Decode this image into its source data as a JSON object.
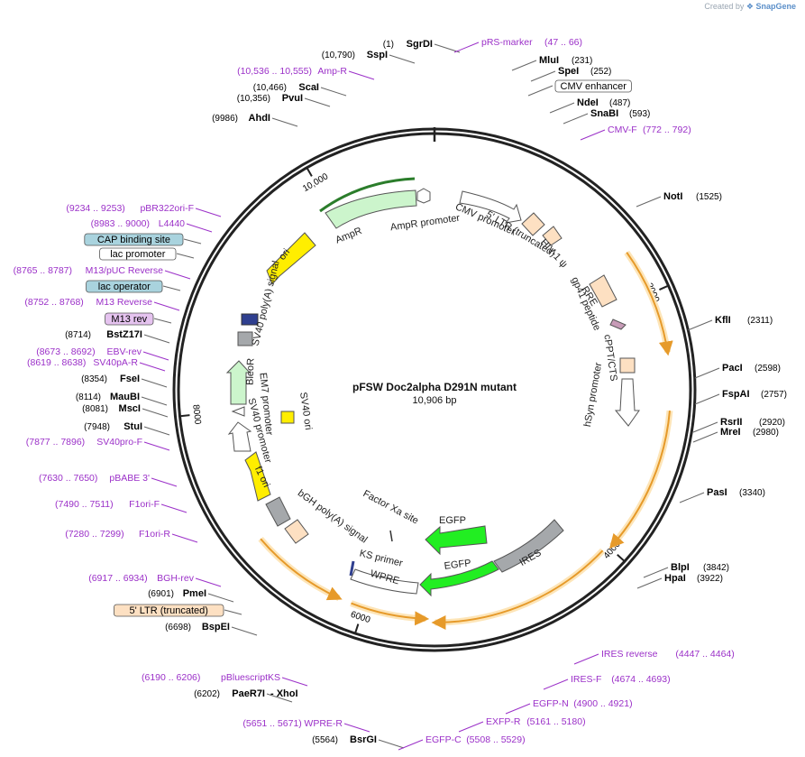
{
  "credit": {
    "prefix": "Created by",
    "brand": "SnapGene"
  },
  "map": {
    "name": "pFSW Doc2alpha D291N mutant",
    "length_label": "10,906 bp",
    "total_bp": 10906
  },
  "ticks": [
    {
      "label": "2000",
      "bp": 2000
    },
    {
      "label": "4000",
      "bp": 4000
    },
    {
      "label": "6000",
      "bp": 6000
    },
    {
      "label": "8000",
      "bp": 8000
    },
    {
      "label": "10,000",
      "bp": 10000
    }
  ],
  "colors": {
    "egfp": "#22ee22",
    "ampr": "#ccf5cc",
    "ori": "#ffee00",
    "orange_track": "#e69a2a",
    "orange_glow": "#fde5b8",
    "primer": "#9b30c8",
    "ltr": "#fde0c2",
    "gray": "#a5a8ab",
    "cap_box": "#a9d3de",
    "m13_box": "#e5c3ef",
    "ltr_box": "#fde0c2"
  },
  "left_labels": [
    {
      "kind": "enz",
      "pos": "(1)",
      "name": "SgrDI"
    },
    {
      "kind": "enz",
      "pos": "(10,790)",
      "name": "SspI"
    },
    {
      "kind": "primer",
      "pos": "(10,536 .. 10,555)",
      "name": "Amp-R"
    },
    {
      "kind": "enz",
      "pos": "(10,466)",
      "name": "ScaI"
    },
    {
      "kind": "enz",
      "pos": "(10,356)",
      "name": "PvuI"
    },
    {
      "kind": "enz",
      "pos": "(9986)",
      "name": "AhdI"
    },
    {
      "kind": "primer",
      "pos": "(9234 .. 9253)",
      "name": "pBR322ori-F"
    },
    {
      "kind": "primer",
      "pos": "(8983 .. 9000)",
      "name": "L4440"
    },
    {
      "kind": "box",
      "name": "CAP binding site",
      "color": "#a9d3de"
    },
    {
      "kind": "box",
      "name": "lac promoter",
      "color": "#ffffff"
    },
    {
      "kind": "primer",
      "pos": "(8765 .. 8787)",
      "name": "M13/pUC Reverse"
    },
    {
      "kind": "box",
      "name": "lac operator",
      "color": "#a9d3de"
    },
    {
      "kind": "primer",
      "pos": "(8752 .. 8768)",
      "name": "M13 Reverse"
    },
    {
      "kind": "box",
      "name": "M13 rev",
      "color": "#e5c3ef"
    },
    {
      "kind": "enz",
      "pos": "(8714)",
      "name": "BstZ17I"
    },
    {
      "kind": "primer",
      "pos": "(8673 .. 8692)",
      "name": "EBV-rev"
    },
    {
      "kind": "primer",
      "pos": "(8619 .. 8638)",
      "name": "SV40pA-R"
    },
    {
      "kind": "enz",
      "pos": "(8354)",
      "name": "FseI"
    },
    {
      "kind": "enz",
      "pos": "(8114)",
      "name": "MauBI"
    },
    {
      "kind": "enz",
      "pos": "(8081)",
      "name": "MscI"
    },
    {
      "kind": "enz",
      "pos": "(7948)",
      "name": "StuI"
    },
    {
      "kind": "primer",
      "pos": "(7877 .. 7896)",
      "name": "SV40pro-F"
    },
    {
      "kind": "primer",
      "pos": "(7630 .. 7650)",
      "name": "pBABE 3'"
    },
    {
      "kind": "primer",
      "pos": "(7490 .. 7511)",
      "name": "F1ori-F"
    },
    {
      "kind": "primer",
      "pos": "(7280 .. 7299)",
      "name": "F1ori-R"
    },
    {
      "kind": "primer",
      "pos": "(6917 .. 6934)",
      "name": "BGH-rev"
    },
    {
      "kind": "enz",
      "pos": "(6901)",
      "name": "PmeI"
    },
    {
      "kind": "box",
      "name": "5' LTR (truncated)",
      "color": "#fde0c2"
    },
    {
      "kind": "enz",
      "pos": "(6698)",
      "name": "BspEI"
    },
    {
      "kind": "primer",
      "pos": "(6190 .. 6206)",
      "name": "pBluescriptKS"
    },
    {
      "kind": "enz",
      "pos": "(6202)",
      "name": "PaeR7I",
      "extra": "- XhoI"
    },
    {
      "kind": "primer",
      "pos": "(5651 .. 5671)",
      "name": "WPRE-R"
    },
    {
      "kind": "enz",
      "pos": "(5564)",
      "name": "BsrGI"
    }
  ],
  "right_labels": [
    {
      "kind": "primer",
      "name": "pRS-marker",
      "pos": "(47 .. 66)"
    },
    {
      "kind": "enz",
      "name": "MluI",
      "pos": "(231)"
    },
    {
      "kind": "enz",
      "name": "SpeI",
      "pos": "(252)"
    },
    {
      "kind": "box",
      "name": "CMV enhancer",
      "color": "#ffffff"
    },
    {
      "kind": "enz",
      "name": "NdeI",
      "pos": "(487)"
    },
    {
      "kind": "enz",
      "name": "SnaBI",
      "pos": "(593)"
    },
    {
      "kind": "primer",
      "name": "CMV-F",
      "pos": "(772 .. 792)"
    },
    {
      "kind": "enz",
      "name": "NotI",
      "pos": "(1525)"
    },
    {
      "kind": "enz",
      "name": "KflI",
      "pos": "(2311)"
    },
    {
      "kind": "enz",
      "name": "PacI",
      "pos": "(2598)"
    },
    {
      "kind": "enz",
      "name": "FspAI",
      "pos": "(2757)"
    },
    {
      "kind": "enz",
      "name": "RsrII",
      "pos": "(2920)"
    },
    {
      "kind": "enz",
      "name": "MreI",
      "pos": "(2980)"
    },
    {
      "kind": "enz",
      "name": "PasI",
      "pos": "(3340)"
    },
    {
      "kind": "enz",
      "name": "BlpI",
      "pos": "(3842)"
    },
    {
      "kind": "enz",
      "name": "HpaI",
      "pos": "(3922)"
    },
    {
      "kind": "primer",
      "name": "IRES reverse",
      "pos": "(4447 .. 4464)"
    },
    {
      "kind": "primer",
      "name": "IRES-F",
      "pos": "(4674 .. 4693)"
    },
    {
      "kind": "primer",
      "name": "EGFP-N",
      "pos": "(4900 .. 4921)"
    },
    {
      "kind": "primer",
      "name": "EXFP-R",
      "pos": "(5161 .. 5180)"
    },
    {
      "kind": "primer",
      "name": "EGFP-C",
      "pos": "(5508 .. 5529)"
    }
  ],
  "features": [
    {
      "name": "CMV promoter"
    },
    {
      "name": "5' LTR (truncated)"
    },
    {
      "name": "HIV-1 ψ"
    },
    {
      "name": "RRE"
    },
    {
      "name": "gp41 peptide"
    },
    {
      "name": "cPPT/CTS"
    },
    {
      "name": "hSyn promoter"
    },
    {
      "name": "IRES"
    },
    {
      "name": "EGFP"
    },
    {
      "name": "EGFP"
    },
    {
      "name": "Factor Xa site"
    },
    {
      "name": "KS primer"
    },
    {
      "name": "WPRE"
    },
    {
      "name": "bGH poly(A) signal"
    },
    {
      "name": "f1 ori"
    },
    {
      "name": "SV40 promoter"
    },
    {
      "name": "EM7 promoter"
    },
    {
      "name": "BleoR"
    },
    {
      "name": "SV40 ori"
    },
    {
      "name": "SV40 poly(A) signal"
    },
    {
      "name": "ori"
    },
    {
      "name": "AmpR"
    },
    {
      "name": "AmpR promoter"
    }
  ]
}
